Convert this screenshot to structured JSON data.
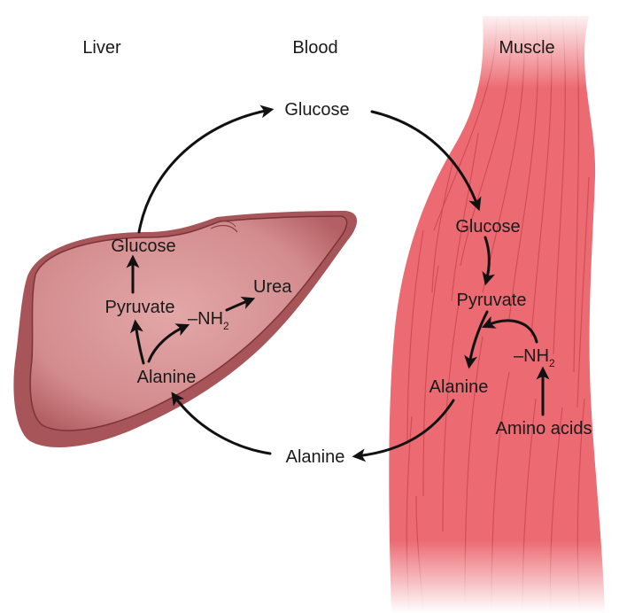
{
  "headers": {
    "liver": "Liver",
    "blood": "Blood",
    "muscle": "Muscle"
  },
  "liver": {
    "glucose": "Glucose",
    "pyruvate": "Pyruvate",
    "nh2": "–NH",
    "nh2_sub": "2",
    "urea": "Urea",
    "alanine": "Alanine"
  },
  "blood": {
    "glucose": "Glucose",
    "alanine": "Alanine"
  },
  "muscle": {
    "glucose": "Glucose",
    "pyruvate": "Pyruvate",
    "nh2": "–NH",
    "nh2_sub": "2",
    "alanine": "Alanine",
    "amino_acids": "Amino acids"
  },
  "colors": {
    "liver_fill": "#d99596",
    "liver_shadow": "#a8555a",
    "liver_edge": "#6b2e31",
    "muscle_fill": "#ec6b73",
    "muscle_fiber": "#c4393f",
    "arrow": "#111111"
  }
}
